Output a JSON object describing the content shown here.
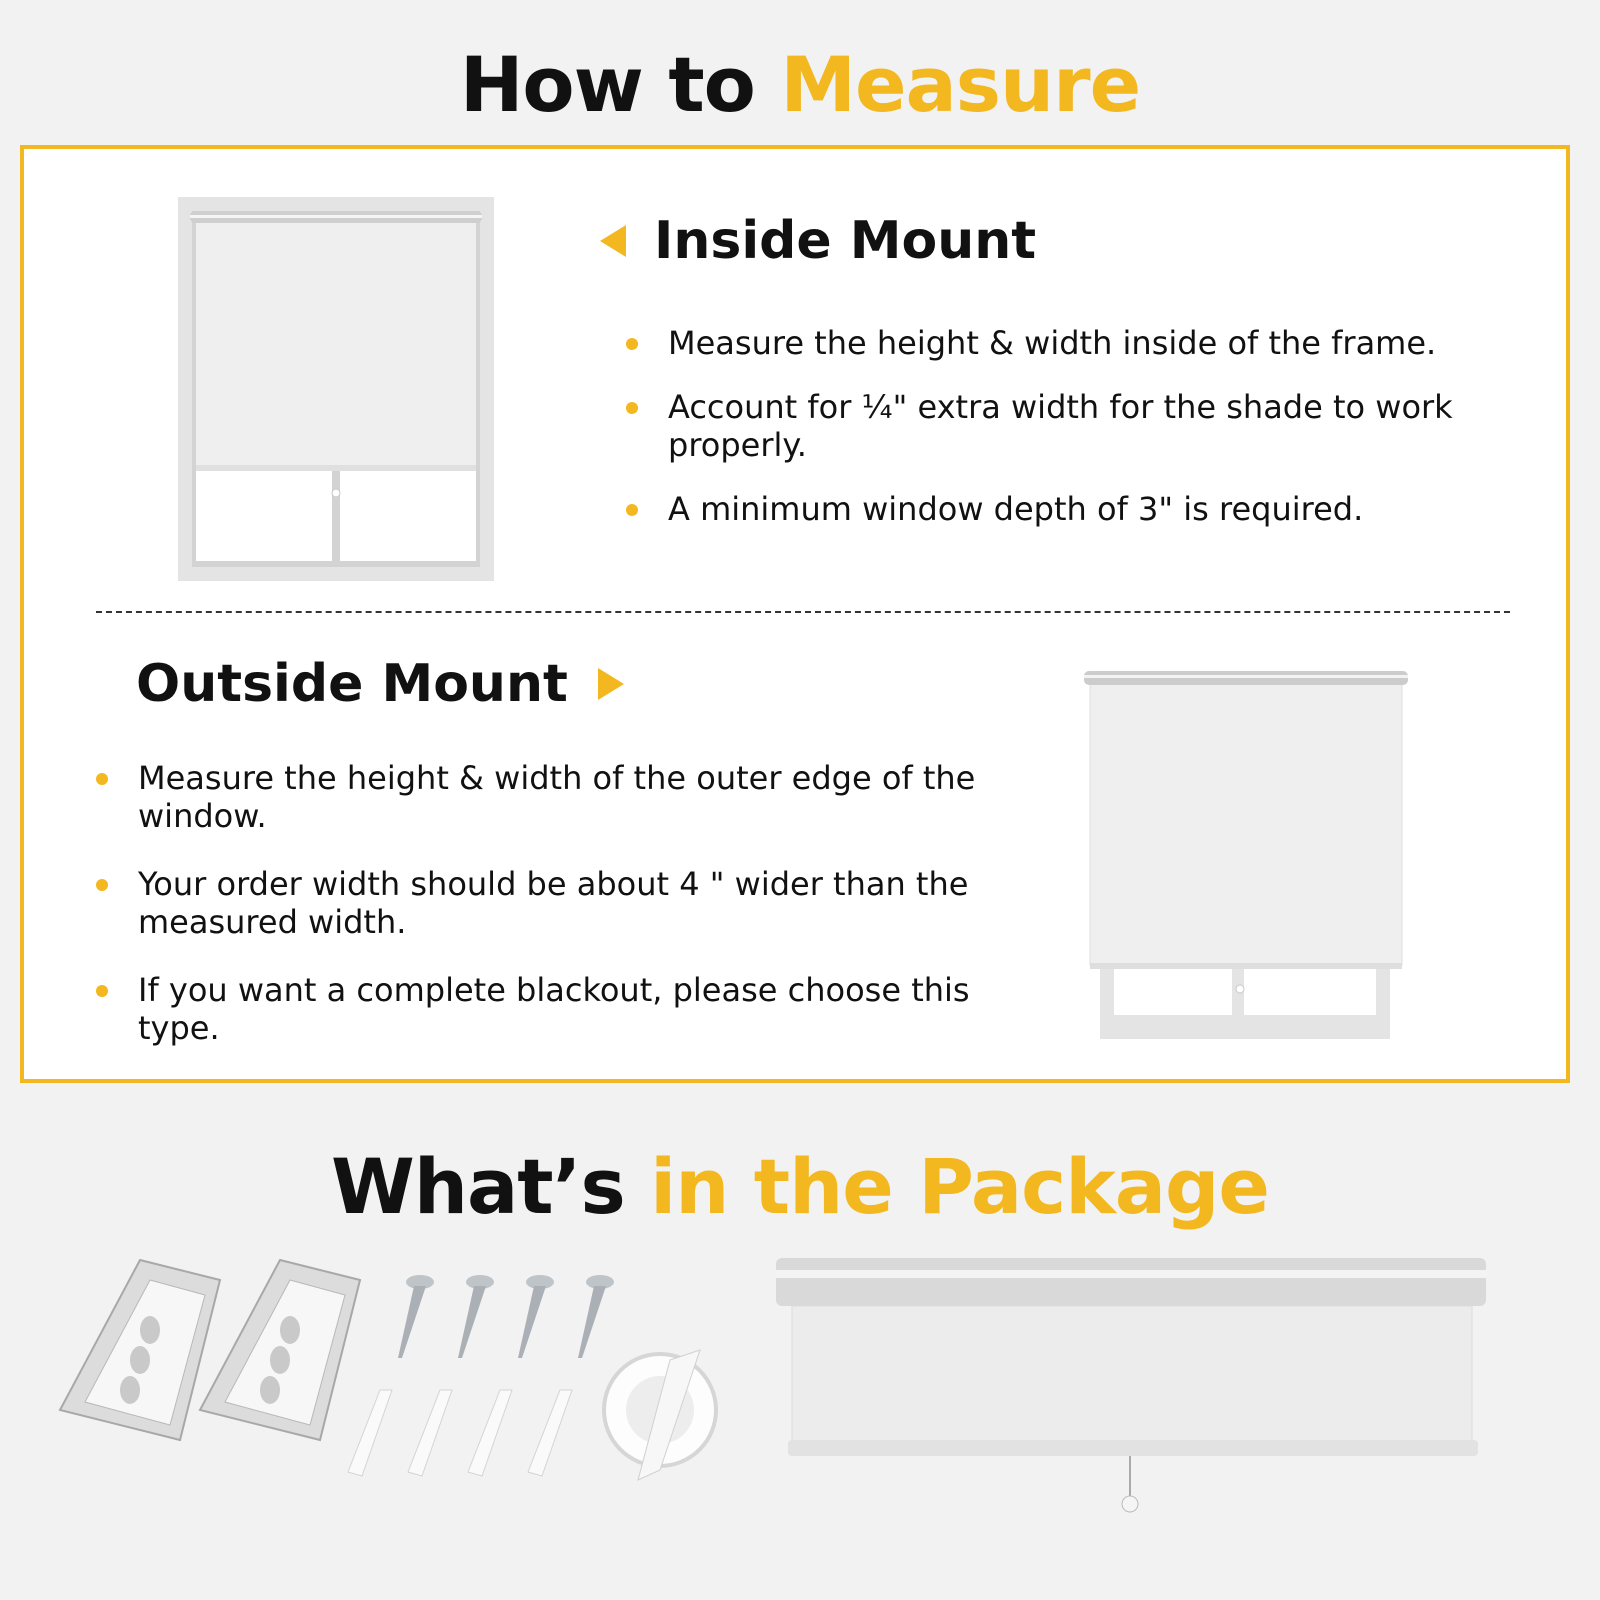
{
  "header": {
    "title_main": "How to ",
    "title_accent": "Measure"
  },
  "inside_mount": {
    "title": "Inside Mount",
    "bullets": [
      "Measure the height & width inside of the frame.",
      "Account for ¼\" extra width for the shade to work properly.",
      "A minimum window depth of 3\" is required."
    ]
  },
  "outside_mount": {
    "title": "Outside Mount",
    "bullets": [
      "Measure the height & width of the outer edge of the window.",
      "Your order width should be about 4 \" wider than the measured width.",
      "If you want a complete blackout, please choose this type."
    ]
  },
  "package": {
    "title_main": "What’s ",
    "title_accent": "in the Package"
  },
  "colors": {
    "accent": "#f3b81f",
    "background": "#f2f2f2",
    "text": "#111111"
  }
}
